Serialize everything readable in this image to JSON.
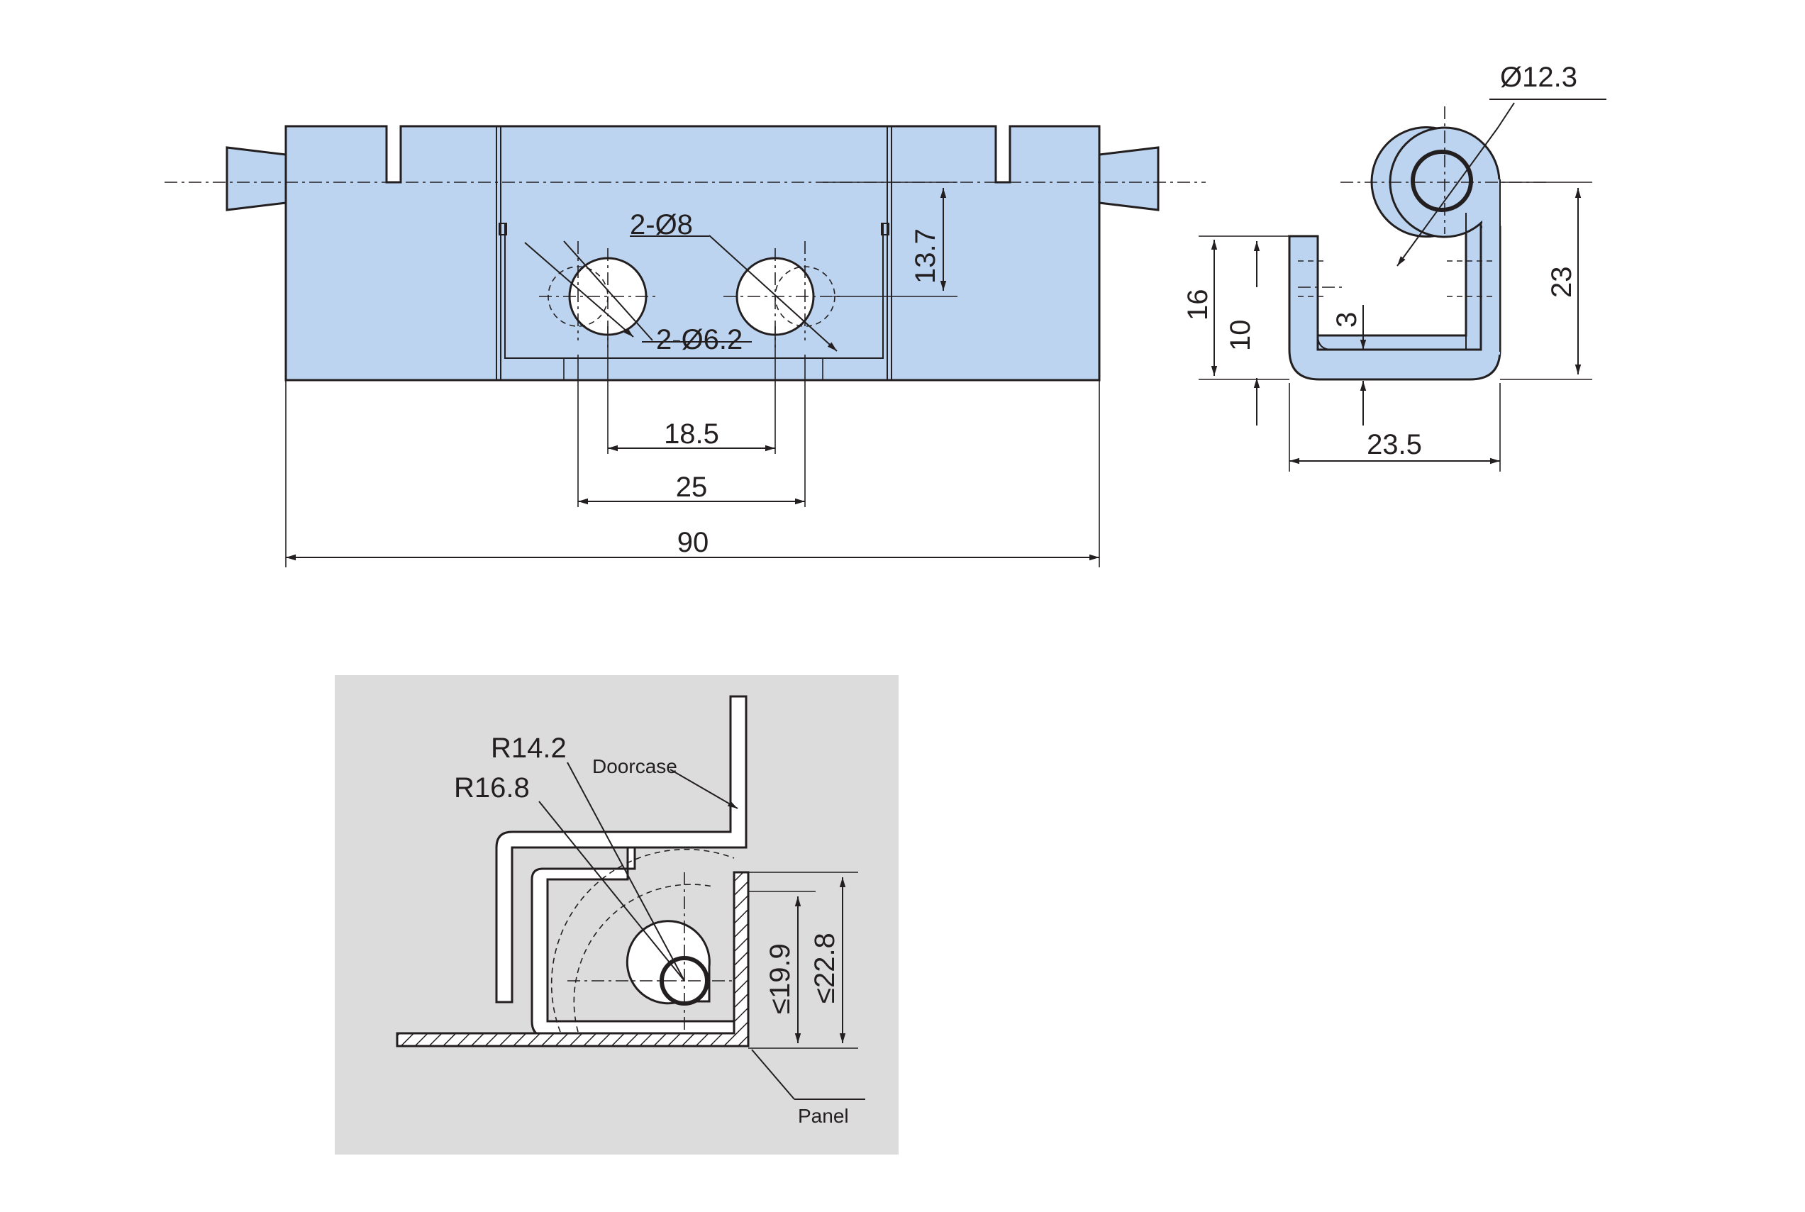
{
  "front_view": {
    "hole_dia_label": "2-Ø8",
    "hole_small_label": "2-Ø6.2",
    "height_label": "13.7",
    "spacing_inner": "18.5",
    "spacing_outer": "25",
    "overall_length": "90"
  },
  "side_view": {
    "barrel_dia": "Ø12.3",
    "height_16": "16",
    "height_10": "10",
    "height_3": "3",
    "height_23": "23",
    "width": "23.5"
  },
  "install_view": {
    "radius_1": "R14.2",
    "radius_2": "R16.8",
    "doorcase_label": "Doorcase",
    "panel_label": "Panel",
    "dim_1": "≤19.9",
    "dim_2": "≤22.8"
  },
  "colors": {
    "part_fill": "#bcd4ef",
    "line": "#231f20",
    "panel_bg": "#dcdcdc"
  }
}
